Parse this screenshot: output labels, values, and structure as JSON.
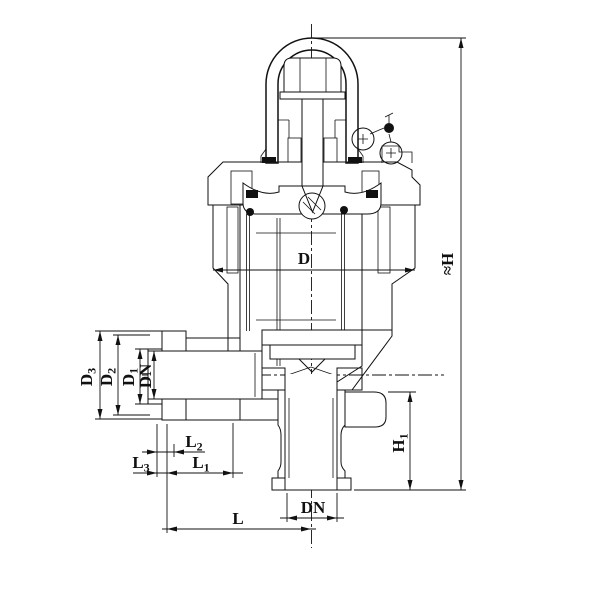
{
  "drawing": {
    "description": "spring-loaded safety valve cross-section",
    "background": "#ffffff",
    "line_color": "#111111",
    "labels": {
      "d3": {
        "main": "D",
        "sub": "3"
      },
      "d2": {
        "main": "D",
        "sub": "2"
      },
      "d1": {
        "main": "D",
        "sub": "1"
      },
      "dn_side": {
        "main": "DN",
        "sub": ""
      },
      "d": {
        "main": "D",
        "sub": ""
      },
      "l3": {
        "main": "L",
        "sub": "3"
      },
      "l2": {
        "main": "L",
        "sub": "2"
      },
      "l1": {
        "main": "L",
        "sub": "1"
      },
      "l": {
        "main": "L",
        "sub": ""
      },
      "dn_bottom": {
        "main": "DN",
        "sub": ""
      },
      "h1": {
        "main": "H",
        "sub": "1"
      },
      "h_approx": {
        "main": "≈H",
        "sub": ""
      }
    }
  }
}
